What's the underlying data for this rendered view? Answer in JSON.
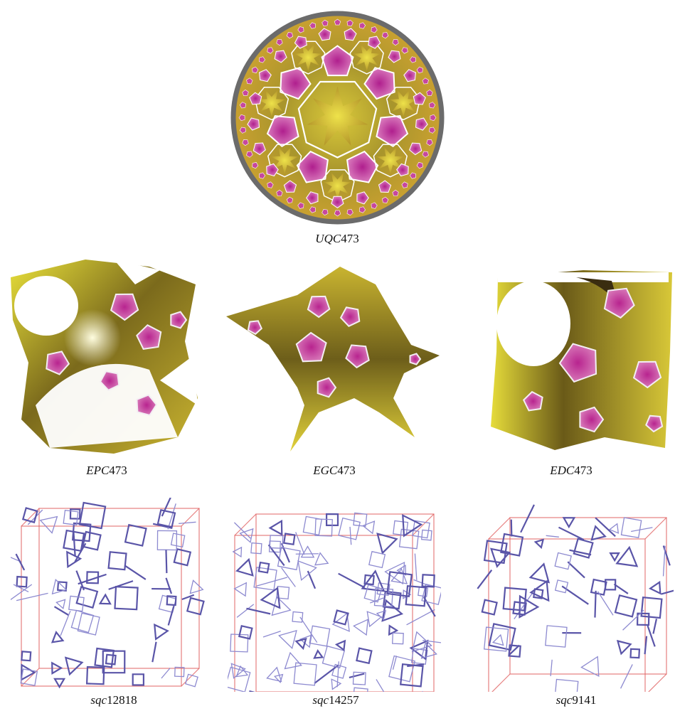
{
  "figure": {
    "top": {
      "label_prefix": "UQC",
      "label_number": "473"
    },
    "surfaces": [
      {
        "label_prefix": "EPC",
        "label_number": "473"
      },
      {
        "label_prefix": "EGC",
        "label_number": "473"
      },
      {
        "label_prefix": "EDC",
        "label_number": "473"
      }
    ],
    "nets": [
      {
        "label_prefix": "sqc",
        "label_number": "12818"
      },
      {
        "label_prefix": "sqc",
        "label_number": "14257"
      },
      {
        "label_prefix": "sqc",
        "label_number": "9141"
      }
    ]
  },
  "colors": {
    "magenta": "#b8398f",
    "olive": "#8a7a1e",
    "yellow": "#e8e23a",
    "net_line": "#5a55a8",
    "net_light": "#8d8ad0",
    "cell_box": "#e06060",
    "disc_rim": "#6b6b6b"
  }
}
